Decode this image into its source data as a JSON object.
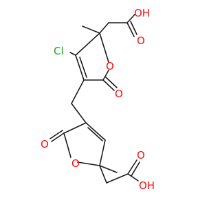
{
  "molecule": {
    "atoms": {
      "oh_top": "OH",
      "o_top_carbonyl_acid": "O",
      "cl": "Cl",
      "o_ring_top": "O",
      "o_top_lactone_carbonyl": "O",
      "o_bottom_lactone_carbonyl": "O",
      "o_ring_bottom": "O",
      "o_bottom_carbonyl_acid": "O",
      "oh_bottom": "OH"
    },
    "colors": {
      "oxygen": "#ff0d0d",
      "chlorine": "#1fa51f",
      "carbon_bond": "#1a1a1a",
      "background": "#ffffff"
    }
  }
}
